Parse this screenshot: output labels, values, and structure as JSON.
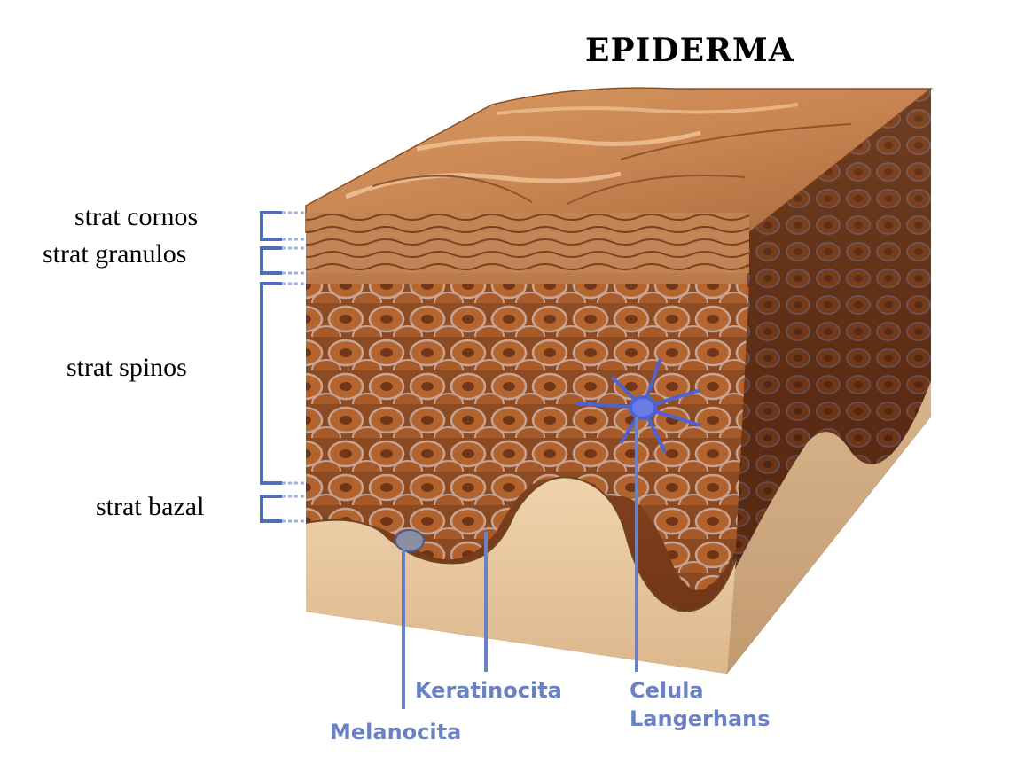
{
  "title": "EPIDERMA",
  "layers": [
    {
      "name": "strat cornos"
    },
    {
      "name": "strat granulos"
    },
    {
      "name": "strat spinos"
    },
    {
      "name": "strat bazal"
    }
  ],
  "cells": {
    "keratinocyte": "Keratinocita",
    "langerhans_line1": "Celula",
    "langerhans_line2": "Langerhans",
    "melanocyte": "Melanocita"
  },
  "colors": {
    "bracket": "#4f6fb8",
    "cell_label": "#6a82c4",
    "tissue_surface": "#c9874f",
    "epidermis": "#8c4b22",
    "dermis": "#e6c49a",
    "langerhans_cell": "#4e62d4"
  }
}
